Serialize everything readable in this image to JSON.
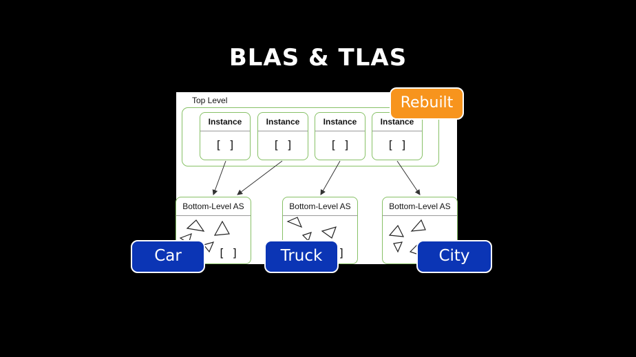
{
  "slide": {
    "title": "BLAS & TLAS"
  },
  "top_level": {
    "label": "Top Level",
    "instances": [
      {
        "header": "Instance",
        "body": "[ ]"
      },
      {
        "header": "Instance",
        "body": "[ ]"
      },
      {
        "header": "Instance",
        "body": "[ ]"
      },
      {
        "header": "Instance",
        "body": "[ ]"
      }
    ]
  },
  "bottom_level": [
    {
      "header": "Bottom-Level AS",
      "body": "[ ]"
    },
    {
      "header": "Bottom-Level AS",
      "body": "[ ]"
    },
    {
      "header": "Bottom-Level AS"
    }
  ],
  "callouts": {
    "rebuilt": "Rebuilt",
    "car": "Car",
    "truck": "Truck",
    "city": "City"
  },
  "colors": {
    "background": "#000000",
    "group_border": "#86c065",
    "rebuilt_fill": "#f7941d",
    "tag_fill": "#0b35b5"
  }
}
